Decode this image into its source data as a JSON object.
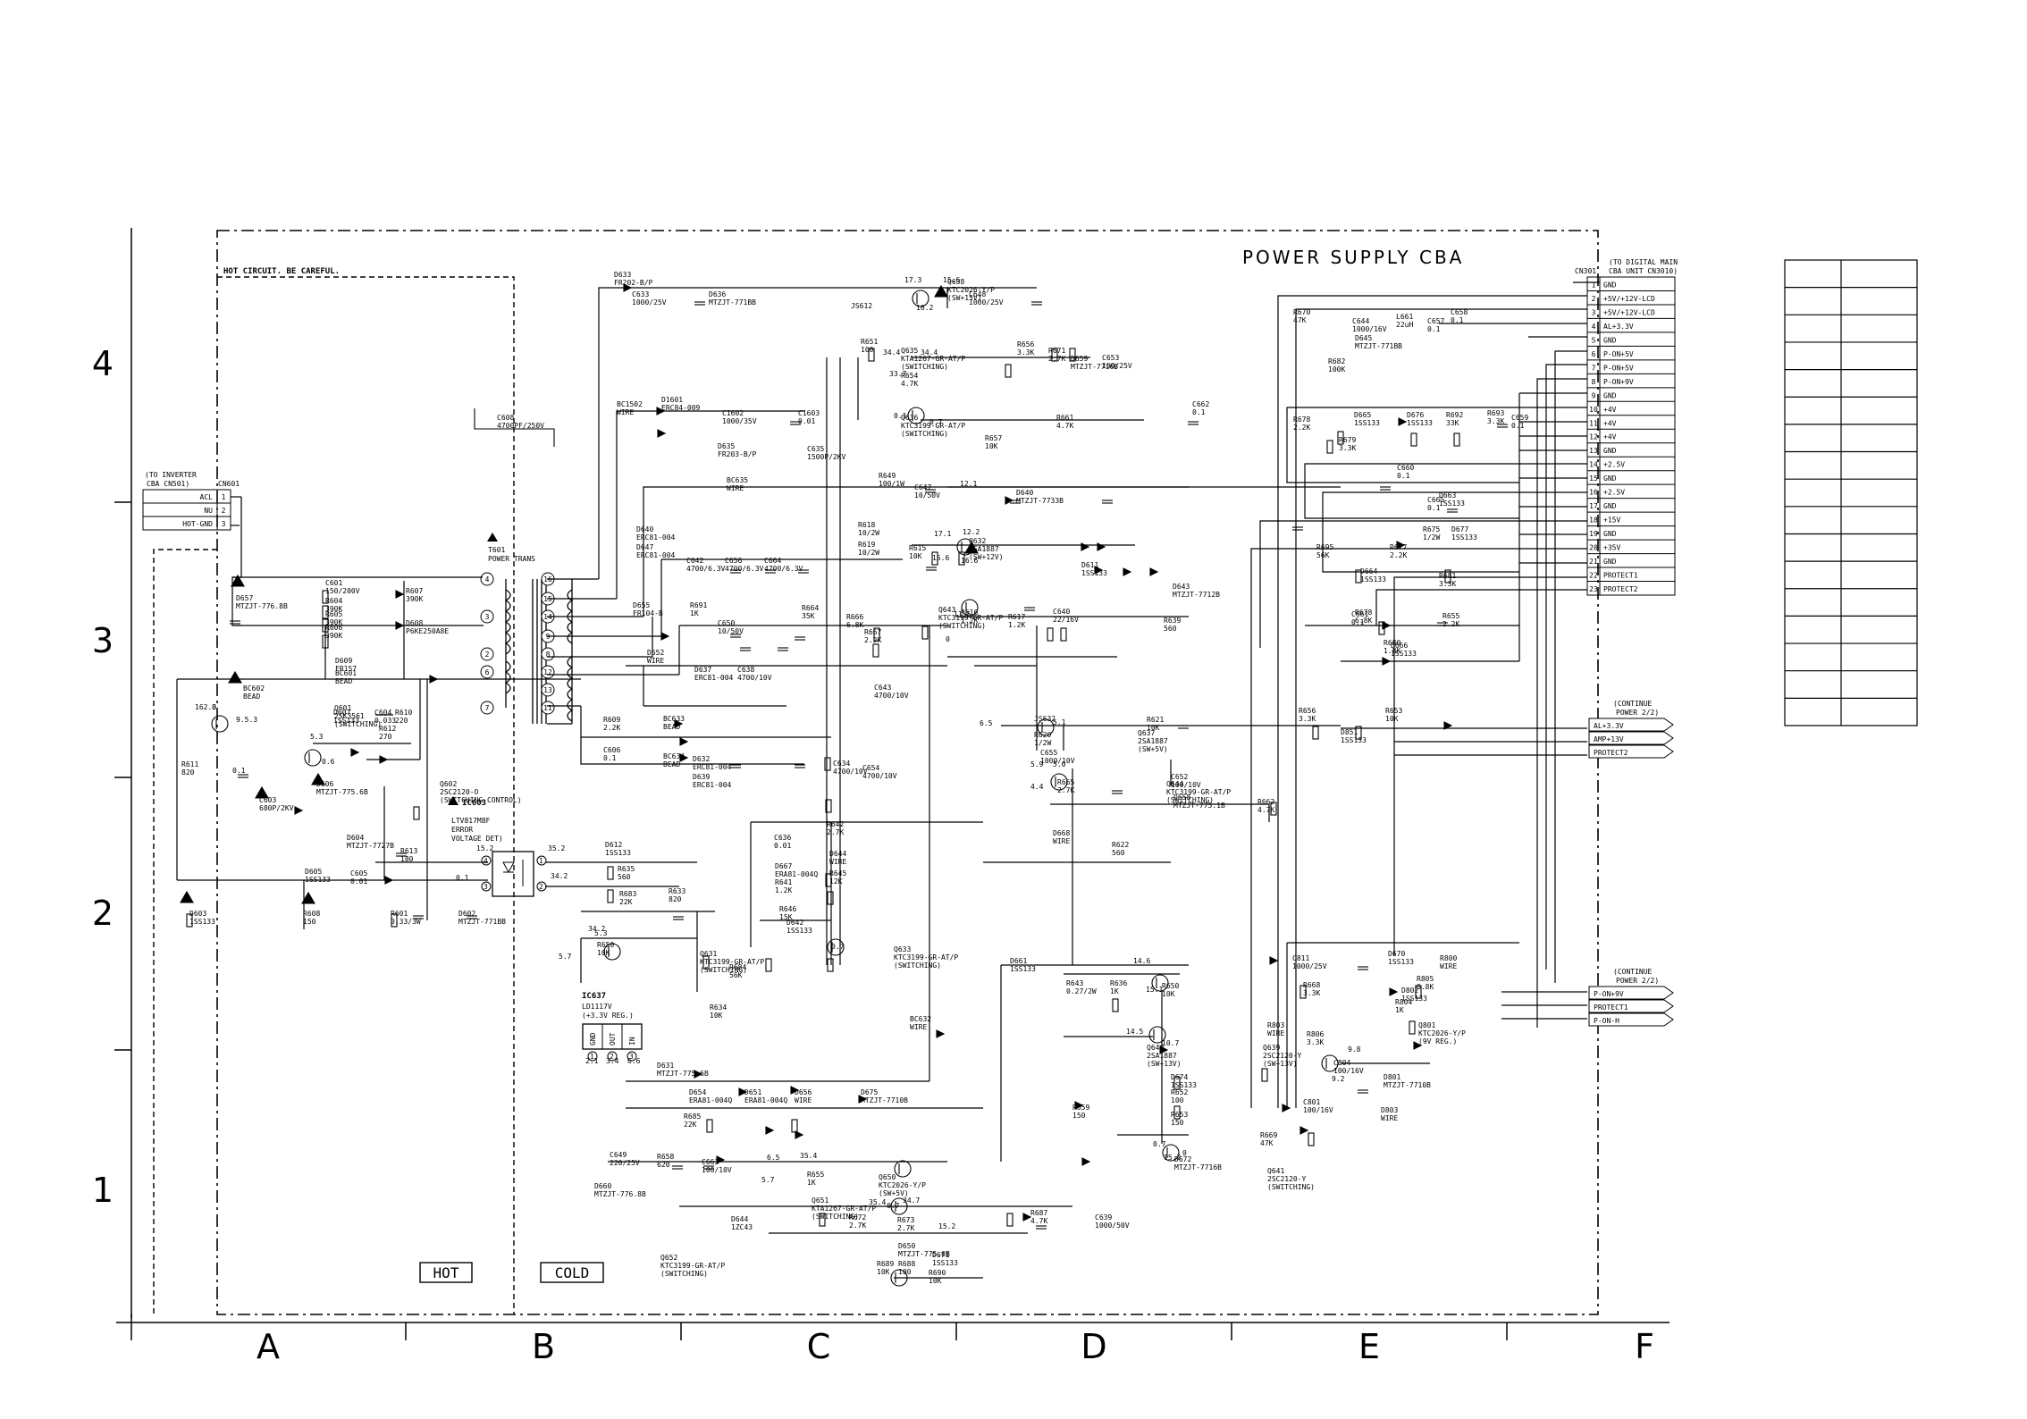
{
  "title": "POWER SUPPLY CBA",
  "hot_warning": "HOT CIRCUIT. BE CAREFUL.",
  "hot_label": "HOT",
  "cold_label": "COLD",
  "grid": {
    "columns": [
      "A",
      "B",
      "C",
      "D",
      "E",
      "F"
    ],
    "rows": [
      "4",
      "3",
      "2",
      "1"
    ]
  },
  "cn601": {
    "ref": "CN601",
    "note": [
      "(TO INVERTER",
      "CBA CN501)"
    ],
    "pins": [
      {
        "num": "1",
        "name": "ACL"
      },
      {
        "num": "2",
        "name": "NU"
      },
      {
        "num": "3",
        "name": "HOT-GND"
      }
    ]
  },
  "cn301": {
    "ref": "CN301",
    "note": [
      "(TO DIGITAL MAIN",
      "CBA UNIT CN3010)"
    ],
    "pins": [
      {
        "num": "1",
        "name": "GND"
      },
      {
        "num": "2",
        "name": "+5V/+12V-LCD"
      },
      {
        "num": "3",
        "name": "+5V/+12V-LCD"
      },
      {
        "num": "4",
        "name": "AL+3.3V"
      },
      {
        "num": "5",
        "name": "GND"
      },
      {
        "num": "6",
        "name": "P-ON+5V"
      },
      {
        "num": "7",
        "name": "P-ON+5V"
      },
      {
        "num": "8",
        "name": "P-ON+9V"
      },
      {
        "num": "9",
        "name": "GND"
      },
      {
        "num": "10",
        "name": "+4V"
      },
      {
        "num": "11",
        "name": "+4V"
      },
      {
        "num": "12",
        "name": "+4V"
      },
      {
        "num": "13",
        "name": "GND"
      },
      {
        "num": "14",
        "name": "+2.5V"
      },
      {
        "num": "15",
        "name": "GND"
      },
      {
        "num": "16",
        "name": "+2.5V"
      },
      {
        "num": "17",
        "name": "GND"
      },
      {
        "num": "18",
        "name": "+15V"
      },
      {
        "num": "19",
        "name": "GND"
      },
      {
        "num": "20",
        "name": "+35V"
      },
      {
        "num": "21",
        "name": "GND"
      },
      {
        "num": "22",
        "name": "PROTECT1"
      },
      {
        "num": "23",
        "name": "PROTECT2"
      }
    ]
  },
  "continue_a": {
    "note": [
      "(CONTINUE",
      "POWER 2/2)"
    ],
    "signals": [
      "AL+3.3V",
      "AMP+13V",
      "PROTECT2"
    ]
  },
  "continue_b": {
    "note": [
      "(CONTINUE",
      "POWER 2/2)"
    ],
    "signals": [
      "P-ON+9V",
      "PROTECT1",
      "P-ON-H"
    ]
  },
  "power_trans": {
    "ref": "T601",
    "name": "POWER TRANS"
  },
  "ic603": {
    "ref": "IC603",
    "lines": [
      "LTV817M8F",
      "ERROR",
      "VOLTAGE DET)"
    ]
  },
  "ic637": {
    "ref": "IC637",
    "lines": [
      "LD1117V",
      "(+3.3V REG.)"
    ],
    "pins": [
      "GND",
      "OUT",
      "IN"
    ]
  },
  "components": [
    {
      "ref": "D633",
      "val": "FR202-B/P"
    },
    {
      "ref": "C633",
      "val": "1000/25V"
    },
    {
      "ref": "D636",
      "val": "MTZJT-771BB"
    },
    {
      "ref": "Q638",
      "val": "KTC2026-Y/P",
      "note": "(SW+15V)"
    },
    {
      "ref": "C648",
      "val": "1000/25V"
    },
    {
      "ref": "JS612",
      "val": ""
    },
    {
      "ref": "R651",
      "val": "100"
    },
    {
      "ref": "Q635",
      "val": "KTA1267-GR-AT/P",
      "note": "(SWITCHING)"
    },
    {
      "ref": "R656",
      "val": "3.3K"
    },
    {
      "ref": "R671",
      "val": "2.7K"
    },
    {
      "ref": "D659",
      "val": "MTZJT-7716B"
    },
    {
      "ref": "C653",
      "val": "100/25V"
    },
    {
      "ref": "R654",
      "val": "4.7K"
    },
    {
      "ref": "Q636",
      "val": "KTC3199-GR-AT/P",
      "note": "(SWITCHING)"
    },
    {
      "ref": "R657",
      "val": "10K"
    },
    {
      "ref": "R661",
      "val": "4.7K"
    },
    {
      "ref": "C662",
      "val": "0.1"
    },
    {
      "ref": "C608",
      "val": "4700PF/250V"
    },
    {
      "ref": "BC1502",
      "val": "WIRE"
    },
    {
      "ref": "D1601",
      "val": "ERC84-009"
    },
    {
      "ref": "C1602",
      "val": "1000/35V"
    },
    {
      "ref": "C1603",
      "val": "0.01"
    },
    {
      "ref": "D635",
      "val": "FR203-B/P"
    },
    {
      "ref": "C635",
      "val": "1500P/2KV"
    },
    {
      "ref": "BC635",
      "val": "WIRE"
    },
    {
      "ref": "R649",
      "val": "100/1W"
    },
    {
      "ref": "C647",
      "val": "10/50V"
    },
    {
      "ref": "D640",
      "val": "MTZJT-7733B"
    },
    {
      "ref": "D640",
      "val": "ERC81-004"
    },
    {
      "ref": "D647",
      "val": "ERC81-004"
    },
    {
      "ref": "C642",
      "val": "4700/6.3V"
    },
    {
      "ref": "C656",
      "val": "4700/6.3V"
    },
    {
      "ref": "C664",
      "val": "4700/6.3V"
    },
    {
      "ref": "R618",
      "val": "10/2W"
    },
    {
      "ref": "R619",
      "val": "10/2W"
    },
    {
      "ref": "R615",
      "val": "10K"
    },
    {
      "ref": "Q632",
      "val": "2SA1887",
      "note": "(SW+12V)"
    },
    {
      "ref": "D611",
      "val": "1SS133"
    },
    {
      "ref": "D655",
      "val": "FR104-B"
    },
    {
      "ref": "R691",
      "val": "1K"
    },
    {
      "ref": "C650",
      "val": "10/50V"
    },
    {
      "ref": "R664",
      "val": "35K"
    },
    {
      "ref": "R666",
      "val": "6.8K"
    },
    {
      "ref": "R667",
      "val": "2.2K"
    },
    {
      "ref": "Q643",
      "val": "KTC3199-GR-AT/P",
      "note": "(SWITCHING)"
    },
    {
      "ref": "R616",
      "val": "1.2K"
    },
    {
      "ref": "R617",
      "val": "1.2K"
    },
    {
      "ref": "C640",
      "val": "22/16V"
    },
    {
      "ref": "D643",
      "val": "MTZJT-7712B"
    },
    {
      "ref": "R639",
      "val": "560"
    },
    {
      "ref": "D652",
      "val": "WIRE"
    },
    {
      "ref": "D637",
      "val": "ERC81-004"
    },
    {
      "ref": "C638",
      "val": "4700/10V"
    },
    {
      "ref": "C643",
      "val": "4700/10V"
    },
    {
      "ref": "D657",
      "val": "MTZJT-776.8B"
    },
    {
      "ref": "C601",
      "val": "150/200V"
    },
    {
      "ref": "R604",
      "val": "390K"
    },
    {
      "ref": "R605",
      "val": "390K"
    },
    {
      "ref": "R606",
      "val": "390K"
    },
    {
      "ref": "R607",
      "val": "390K"
    },
    {
      "ref": "D608",
      "val": "P6KE250A8E"
    },
    {
      "ref": "D609",
      "val": "FR157"
    },
    {
      "ref": "BC601",
      "val": "BEAD"
    },
    {
      "ref": "BC602",
      "val": "BEAD"
    },
    {
      "ref": "Q601",
      "val": "2SK3561",
      "note": "(SWITCHING)"
    },
    {
      "ref": "D607",
      "val": "1SS133"
    },
    {
      "ref": "C604",
      "val": "0.033"
    },
    {
      "ref": "R610",
      "val": "220"
    },
    {
      "ref": "R612",
      "val": "270"
    },
    {
      "ref": "R611",
      "val": "820"
    },
    {
      "ref": "D606",
      "val": "MTZJT-775.6B"
    },
    {
      "ref": "C603",
      "val": "680P/2KV"
    },
    {
      "ref": "Q602",
      "val": "2SC2120-O",
      "note": "(SWITCHING CONTROL)"
    },
    {
      "ref": "D604",
      "val": "MTZJT-7727B"
    },
    {
      "ref": "R613",
      "val": "180"
    },
    {
      "ref": "D605",
      "val": "1SS133"
    },
    {
      "ref": "C605",
      "val": "0.01"
    },
    {
      "ref": "D603",
      "val": "1SS133"
    },
    {
      "ref": "R608",
      "val": "150"
    },
    {
      "ref": "R601",
      "val": "0.33/3W"
    },
    {
      "ref": "D602",
      "val": "MTZJT-771BB"
    },
    {
      "ref": "R609",
      "val": "2.2K"
    },
    {
      "ref": "C606",
      "val": "0.1"
    },
    {
      "ref": "BC633",
      "val": "BEAD"
    },
    {
      "ref": "BC634",
      "val": "BEAD"
    },
    {
      "ref": "D632",
      "val": "ERC81-004"
    },
    {
      "ref": "D639",
      "val": "ERC81-004"
    },
    {
      "ref": "C634",
      "val": "4700/10V"
    },
    {
      "ref": "C654",
      "val": "4700/10V"
    },
    {
      "ref": "JS632",
      "val": ""
    },
    {
      "ref": "R620",
      "val": "1/2W"
    },
    {
      "ref": "R621",
      "val": "10K"
    },
    {
      "ref": "Q637",
      "val": "2SA1887",
      "note": "(SW+5V)"
    },
    {
      "ref": "C655",
      "val": "1000/10V"
    },
    {
      "ref": "R665",
      "val": "2.7K"
    },
    {
      "ref": "Q644",
      "val": "KTC3199-GR-AT/P",
      "note": "(SWITCHING)"
    },
    {
      "ref": "C652",
      "val": "100/10V"
    },
    {
      "ref": "D658",
      "val": "MTZJT-775.1B"
    },
    {
      "ref": "D668",
      "val": "WIRE"
    },
    {
      "ref": "R622",
      "val": "560"
    },
    {
      "ref": "R662",
      "val": "4.7K"
    },
    {
      "ref": "D612",
      "val": "1SS133"
    },
    {
      "ref": "R635",
      "val": "560"
    },
    {
      "ref": "R683",
      "val": "22K"
    },
    {
      "ref": "R633",
      "val": "820"
    },
    {
      "ref": "C636",
      "val": "0.01"
    },
    {
      "ref": "D667",
      "val": "ERA81-004Q"
    },
    {
      "ref": "R641",
      "val": "1.2K"
    },
    {
      "ref": "R642",
      "val": "2.7K"
    },
    {
      "ref": "D644",
      "val": "WIRE"
    },
    {
      "ref": "R645",
      "val": "12K"
    },
    {
      "ref": "R646",
      "val": "15K"
    },
    {
      "ref": "D642",
      "val": "1SS133"
    },
    {
      "ref": "Q633",
      "val": "KTC3199-GR-AT/P",
      "note": "(SWITCHING)"
    },
    {
      "ref": "R650",
      "val": "10K"
    },
    {
      "ref": "Q631",
      "val": "KTC3199-GR-AT/P",
      "note": "(SWITCHING)"
    },
    {
      "ref": "R684",
      "val": "56K"
    },
    {
      "ref": "R634",
      "val": "10K"
    },
    {
      "ref": "D631",
      "val": "MTZJT-775.6B"
    },
    {
      "ref": "D654",
      "val": "ERA81-004Q"
    },
    {
      "ref": "D651",
      "val": "ERA81-004Q"
    },
    {
      "ref": "D656",
      "val": "WIRE"
    },
    {
      "ref": "D675",
      "val": "MTZJT-7710B"
    },
    {
      "ref": "R685",
      "val": "22K"
    },
    {
      "ref": "C649",
      "val": "220/25V"
    },
    {
      "ref": "R658",
      "val": "620"
    },
    {
      "ref": "C663",
      "val": "100/10V"
    },
    {
      "ref": "D660",
      "val": "MTZJT-776.8B"
    },
    {
      "ref": "R655",
      "val": "1K"
    },
    {
      "ref": "Q650",
      "val": "KTC2026-Y/P",
      "note": "(SW+5V)"
    },
    {
      "ref": "Q651",
      "val": "KTA1267-GR-AT/P",
      "note": "(SWITCHING)"
    },
    {
      "ref": "R672",
      "val": "2.7K"
    },
    {
      "ref": "R673",
      "val": "2.7K"
    },
    {
      "ref": "R687",
      "val": "4.7K"
    },
    {
      "ref": "C639",
      "val": "1000/50V"
    },
    {
      "ref": "D644",
      "val": "1ZC43"
    },
    {
      "ref": "D650",
      "val": "MTZJT-775.6B"
    },
    {
      "ref": "R689",
      "val": "10K"
    },
    {
      "ref": "R688",
      "val": "100"
    },
    {
      "ref": "D671",
      "val": "1SS133"
    },
    {
      "ref": "R690",
      "val": "10K"
    },
    {
      "ref": "Q652",
      "val": "KTC3199-GR-AT/P",
      "note": "(SWITCHING)"
    },
    {
      "ref": "BC632",
      "val": "WIRE"
    },
    {
      "ref": "D661",
      "val": "1SS133"
    },
    {
      "ref": "R643",
      "val": "0.27/2W"
    },
    {
      "ref": "R636",
      "val": "1K"
    },
    {
      "ref": "R650",
      "val": "10K"
    },
    {
      "ref": "Q640",
      "val": "2SA1887",
      "note": "(SW+13V)"
    },
    {
      "ref": "Q639",
      "val": "2SC2120-Y",
      "note": "(SW+13V)"
    },
    {
      "ref": "D674",
      "val": "1SS133"
    },
    {
      "ref": "R652",
      "val": "100"
    },
    {
      "ref": "R653",
      "val": "150"
    },
    {
      "ref": "R659",
      "val": "150"
    },
    {
      "ref": "D672",
      "val": "MTZJT-7716B"
    },
    {
      "ref": "Q641",
      "val": "2SC2120-Y",
      "note": "(SWITCHING)"
    },
    {
      "ref": "R669",
      "val": "47K"
    },
    {
      "ref": "R670",
      "val": "47K"
    },
    {
      "ref": "C644",
      "val": "1000/16V"
    },
    {
      "ref": "D645",
      "val": "MTZJT-771BB"
    },
    {
      "ref": "L661",
      "val": "22uH"
    },
    {
      "ref": "C657",
      "val": "0.1"
    },
    {
      "ref": "C658",
      "val": "0.1"
    },
    {
      "ref": "R682",
      "val": "100K"
    },
    {
      "ref": "R678",
      "val": "2.2K"
    },
    {
      "ref": "D665",
      "val": "1SS133"
    },
    {
      "ref": "D676",
      "val": "1SS133"
    },
    {
      "ref": "R692",
      "val": "33K"
    },
    {
      "ref": "R693",
      "val": "3.3K"
    },
    {
      "ref": "C659",
      "val": "0.1"
    },
    {
      "ref": "R679",
      "val": "3.3K"
    },
    {
      "ref": "C660",
      "val": "0.1"
    },
    {
      "ref": "D663",
      "val": "1SS133"
    },
    {
      "ref": "C665",
      "val": "0.1"
    },
    {
      "ref": "R675",
      "val": "1/2W"
    },
    {
      "ref": "D677",
      "val": "1SS133"
    },
    {
      "ref": "R695",
      "val": "56K"
    },
    {
      "ref": "R677",
      "val": "2.2K"
    },
    {
      "ref": "D664",
      "val": "1SS133"
    },
    {
      "ref": "R681",
      "val": "3.3K"
    },
    {
      "ref": "C661",
      "val": "0.1"
    },
    {
      "ref": "R678",
      "val": "6.8K"
    },
    {
      "ref": "R680",
      "val": "1.8K"
    },
    {
      "ref": "D666",
      "val": "1SS133"
    },
    {
      "ref": "R655",
      "val": "2.2K"
    },
    {
      "ref": "R656",
      "val": "3.3K"
    },
    {
      "ref": "D851",
      "val": "1SS133"
    },
    {
      "ref": "R653",
      "val": "10K"
    },
    {
      "ref": "C811",
      "val": "1000/25V"
    },
    {
      "ref": "D670",
      "val": "1SS133"
    },
    {
      "ref": "R800",
      "val": "WIRE"
    },
    {
      "ref": "R668",
      "val": "3.3K"
    },
    {
      "ref": "R805",
      "val": "6.8K"
    },
    {
      "ref": "D802",
      "val": "1SS133"
    },
    {
      "ref": "R804",
      "val": "1K"
    },
    {
      "ref": "R803",
      "val": "WIRE"
    },
    {
      "ref": "R806",
      "val": "3.3K"
    },
    {
      "ref": "Q801",
      "val": "KTC2026-Y/P",
      "note": "(9V REG.)"
    },
    {
      "ref": "C804",
      "val": "100/16V"
    },
    {
      "ref": "D801",
      "val": "MTZJT-7710B"
    },
    {
      "ref": "C801",
      "val": "100/16V"
    },
    {
      "ref": "D803",
      "val": "WIRE"
    }
  ],
  "voltages": [
    "17.3",
    "15.6",
    "16.2",
    "34.4",
    "34.4",
    "33.7",
    "0.1",
    "0.7",
    "12.1",
    "17.1",
    "12.2",
    "16.6",
    "15.6",
    "11.5",
    "0",
    "6.5",
    "5.1",
    "5.9",
    "5.0",
    "4.4",
    "162.3",
    "0",
    "9.5.3",
    "0.1",
    "5.3",
    "0.6",
    "35.2",
    "34.2",
    "15.2",
    "0.1",
    "34.2",
    "5.3",
    "5.7",
    "0.7",
    "2.1",
    "3.4",
    "6.6",
    "6.5",
    "35.4",
    "5.7",
    "35.4",
    "34.7",
    "0.7",
    "15.2",
    "14.6",
    "15.1",
    "14.5",
    "10.7",
    "0.7",
    "0",
    "15.2",
    "9.8",
    "9.2"
  ]
}
